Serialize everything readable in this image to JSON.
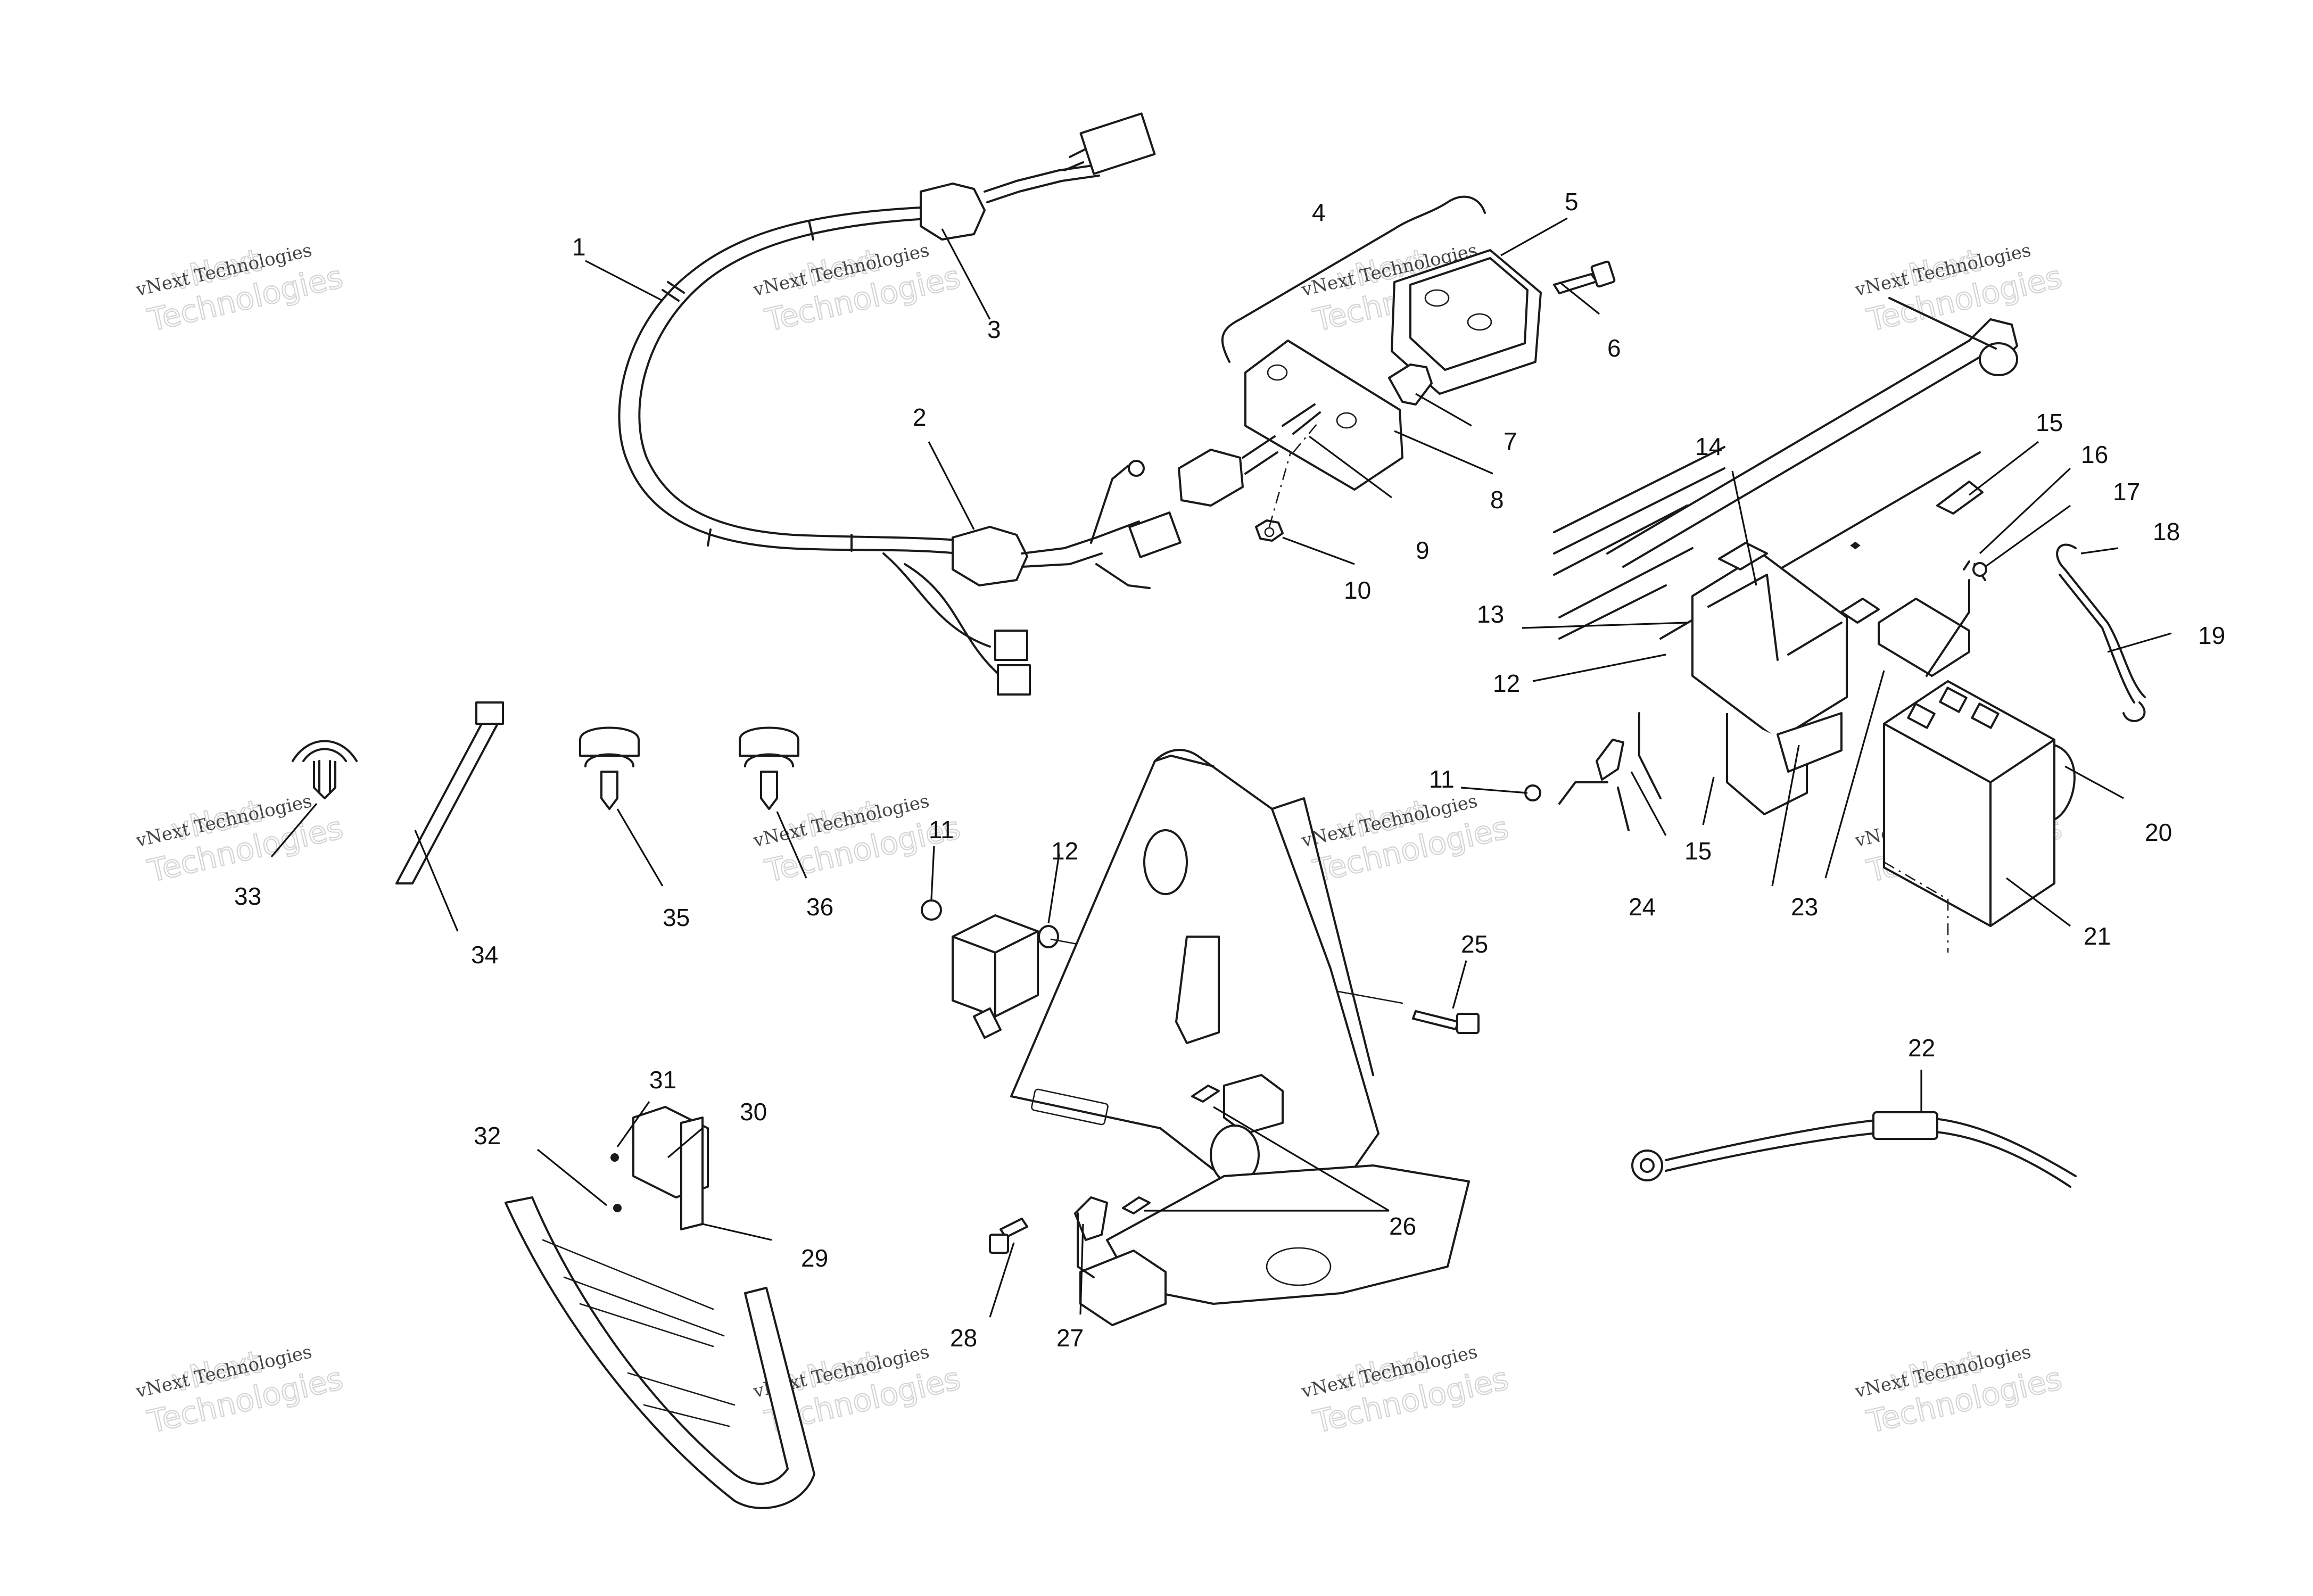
{
  "watermark": {
    "line1": "vNext Technologies",
    "line2": "vNext",
    "line3": "Technologies"
  },
  "callouts": [
    "1",
    "2",
    "3",
    "4",
    "5",
    "6",
    "7",
    "8",
    "9",
    "10",
    "11",
    "12",
    "13",
    "12",
    "11",
    "15",
    "24",
    "23",
    "14",
    "15",
    "16",
    "17",
    "18",
    "19",
    "20",
    "21",
    "22",
    "33",
    "34",
    "35",
    "36",
    "11",
    "12",
    "25",
    "31",
    "30",
    "32",
    "29",
    "26",
    "28",
    "27"
  ]
}
